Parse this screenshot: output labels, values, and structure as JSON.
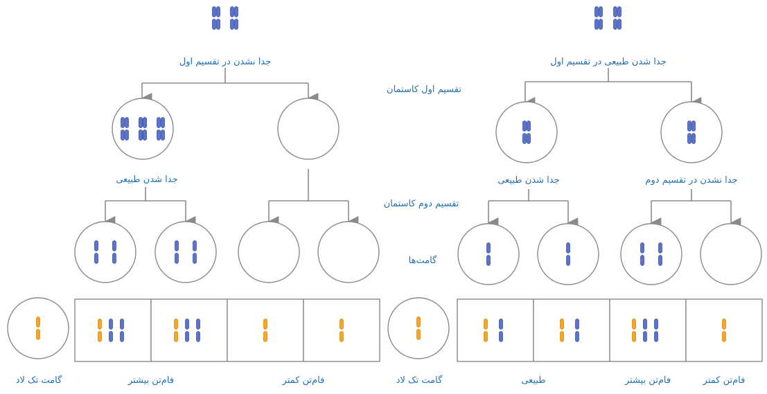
{
  "colors": {
    "chromosome_blue": "#5b74c9",
    "chromosome_blue_edge": "#3e55a8",
    "chromosome_orange": "#f5a623",
    "chromosome_orange_edge": "#d98a10",
    "line": "#8a8a8a",
    "text": "#1f6fb6"
  },
  "labels": {
    "left_top": "جدا نشدن در تقسیم اول",
    "right_top": "جدا شدن طبیعی در تقسیم اول",
    "meiosis1": "تقسیم اول کاستمان",
    "left_mid": "جدا شدن طبیعی",
    "right_mid_left": "جدا شدن طبیعی",
    "right_mid_right": "جدا نشدن در تقسیم دوم",
    "meiosis2": "تقسیم دوم کاستمان",
    "gametes": "گامت‌ها",
    "left_monoploid": "گامت تک لاد",
    "left_more": "فام‌تن بیشتر",
    "left_less": "فام‌تن کمتر",
    "right_monoploid": "گامت تک لاد",
    "right_normal": "طبیعی",
    "right_more": "فام‌تن بیشتر",
    "right_less": "فام‌تن کمتر"
  }
}
